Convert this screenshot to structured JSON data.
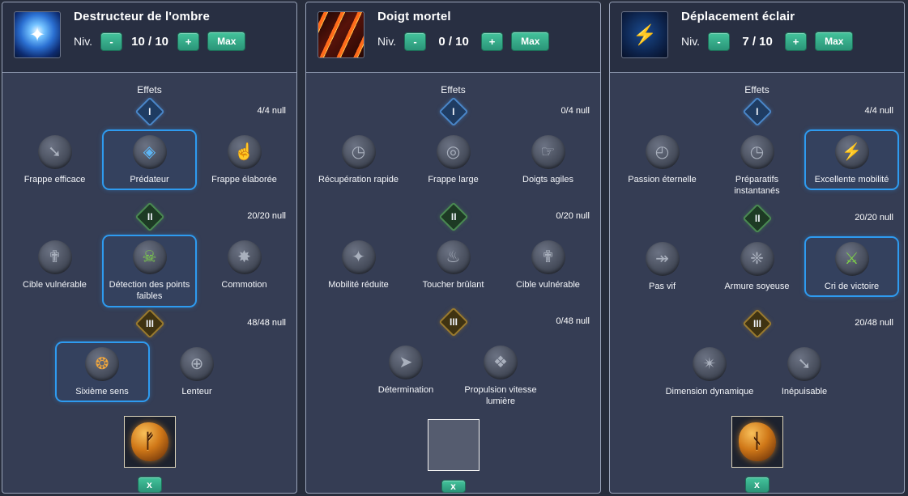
{
  "colors": {
    "accent_teal": "#2fa98a",
    "selection_blue": "#2e9bf0",
    "tier1_blue": "#4a86c8",
    "tier2_green": "#4a8a52",
    "tier3_gold": "#9a7a2e",
    "highlight_green": "#7ed348",
    "highlight_orange": "#f0a63c",
    "highlight_cyan": "#59c8ff"
  },
  "panels": [
    {
      "title": "Destructeur de l'ombre",
      "icon": "shadow-orb-skill-icon",
      "level": {
        "label": "Niv.",
        "minus": "-",
        "value": "10 / 10",
        "plus": "+",
        "max": "Max"
      },
      "effects_label": "Effets",
      "tiers": [
        {
          "numeral": "I",
          "points": "4/4 null",
          "skills": [
            {
              "name": "Frappe efficace",
              "icon": "➘",
              "selected": false
            },
            {
              "name": "Prédateur",
              "icon": "◈",
              "selected": true
            },
            {
              "name": "Frappe élaborée",
              "icon": "☝",
              "selected": false
            }
          ]
        },
        {
          "numeral": "II",
          "points": "20/20 null",
          "skills": [
            {
              "name": "Cible vulnérable",
              "icon": "✟",
              "selected": false
            },
            {
              "name": "Détection des points faibles",
              "icon": "☠",
              "selected": true
            },
            {
              "name": "Commotion",
              "icon": "✸",
              "selected": false
            }
          ]
        },
        {
          "numeral": "III",
          "points": "48/48 null",
          "skills": [
            {
              "name": "Sixième sens",
              "icon": "❂",
              "selected": true
            },
            {
              "name": "Lenteur",
              "icon": "⊕",
              "selected": false
            }
          ]
        }
      ],
      "rune": {
        "glyph": "ᚠ",
        "empty": false
      },
      "remove_label": "x"
    },
    {
      "title": "Doigt mortel",
      "icon": "red-claws-skill-icon",
      "level": {
        "label": "Niv.",
        "minus": "-",
        "value": "0 / 10",
        "plus": "+",
        "max": "Max"
      },
      "effects_label": "Effets",
      "tiers": [
        {
          "numeral": "I",
          "points": "0/4 null",
          "skills": [
            {
              "name": "Récupération rapide",
              "icon": "◷",
              "selected": false
            },
            {
              "name": "Frappe large",
              "icon": "◎",
              "selected": false
            },
            {
              "name": "Doigts agiles",
              "icon": "☞",
              "selected": false
            }
          ]
        },
        {
          "numeral": "II",
          "points": "0/20 null",
          "skills": [
            {
              "name": "Mobilité réduite",
              "icon": "✦",
              "selected": false
            },
            {
              "name": "Toucher brûlant",
              "icon": "♨",
              "selected": false
            },
            {
              "name": "Cible vulnérable",
              "icon": "✟",
              "selected": false
            }
          ]
        },
        {
          "numeral": "III",
          "points": "0/48 null",
          "skills": [
            {
              "name": "Détermination",
              "icon": "➤",
              "selected": false
            },
            {
              "name": "Propulsion vitesse lumière",
              "icon": "❖",
              "selected": false
            }
          ]
        }
      ],
      "rune": {
        "glyph": "",
        "empty": true
      },
      "remove_label": "x"
    },
    {
      "title": "Déplacement éclair",
      "icon": "lightning-runner-skill-icon",
      "level": {
        "label": "Niv.",
        "minus": "-",
        "value": "7 / 10",
        "plus": "+",
        "max": "Max"
      },
      "effects_label": "Effets",
      "tiers": [
        {
          "numeral": "I",
          "points": "4/4 null",
          "skills": [
            {
              "name": "Passion éternelle",
              "icon": "◴",
              "selected": false
            },
            {
              "name": "Préparatifs instantanés",
              "icon": "◷",
              "selected": false
            },
            {
              "name": "Excellente mobilité",
              "icon": "⚡",
              "selected": true
            }
          ]
        },
        {
          "numeral": "II",
          "points": "20/20 null",
          "skills": [
            {
              "name": "Pas vif",
              "icon": "↠",
              "selected": false
            },
            {
              "name": "Armure soyeuse",
              "icon": "❈",
              "selected": false
            },
            {
              "name": "Cri de victoire",
              "icon": "⚔",
              "selected": true
            }
          ]
        },
        {
          "numeral": "III",
          "points": "20/48 null",
          "skills": [
            {
              "name": "Dimension dynamique",
              "icon": "✴",
              "selected": false
            },
            {
              "name": "Inépuisable",
              "icon": "➘",
              "selected": false
            }
          ]
        }
      ],
      "rune": {
        "glyph": "ᚾ",
        "empty": false
      },
      "remove_label": "x"
    }
  ]
}
